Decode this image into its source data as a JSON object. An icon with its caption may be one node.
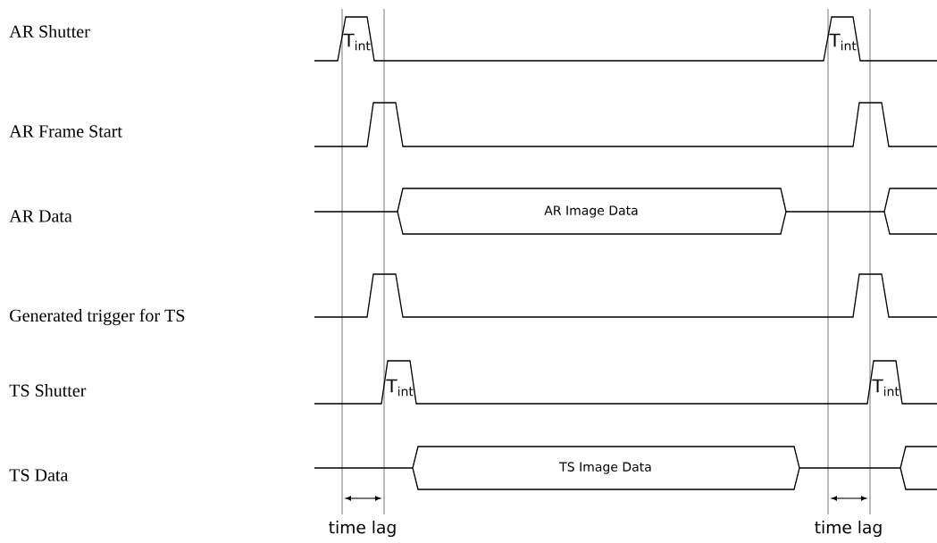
{
  "diagram": {
    "nodes": [
      {
        "text": [
          "AR Image Data"
        ]
      },
      {
        "text": [
          "TS Image Data"
        ]
      }
    ],
    "labels": [
      "AR Shutter",
      "T$_{int}$",
      "T$_{int}$",
      "AR Frame Start",
      "AR Data",
      "Generated trigger for TS",
      "TS Shutter",
      "T$_{int}$",
      "T$_{int}$",
      "TS Data",
      "time lag",
      "time lag"
    ]
  }
}
